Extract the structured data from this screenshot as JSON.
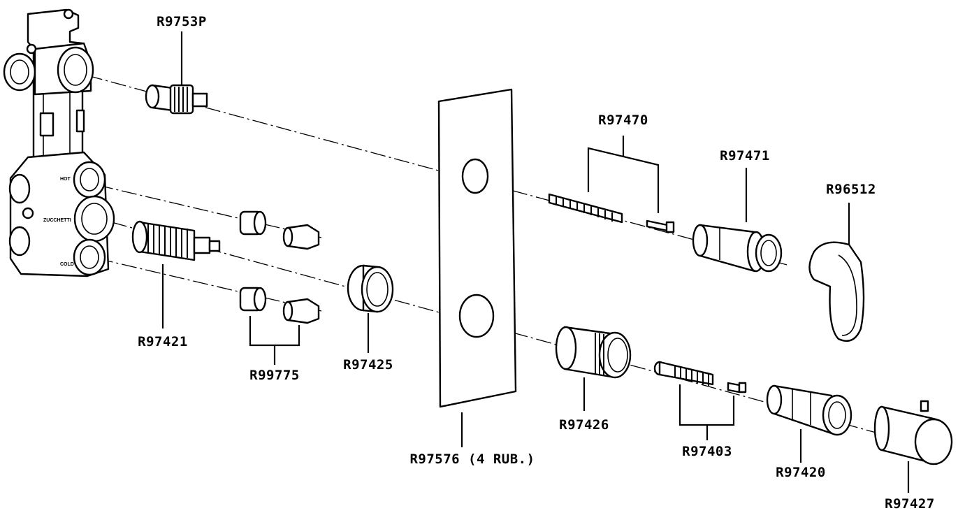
{
  "diagram": {
    "body_markings": {
      "hot": "HOT",
      "brand": "ZUCCHETTI",
      "cold": "COLD"
    },
    "labels": {
      "r9753p": "R9753P",
      "r97421": "R97421",
      "r99775": "R99775",
      "r97425": "R97425",
      "r97576": "R97576 (4 RUB.)",
      "r97470": "R97470",
      "r97471": "R97471",
      "r96512": "R96512",
      "r97426": "R97426",
      "r97403": "R97403",
      "r97420": "R97420",
      "r97427": "R97427"
    }
  }
}
